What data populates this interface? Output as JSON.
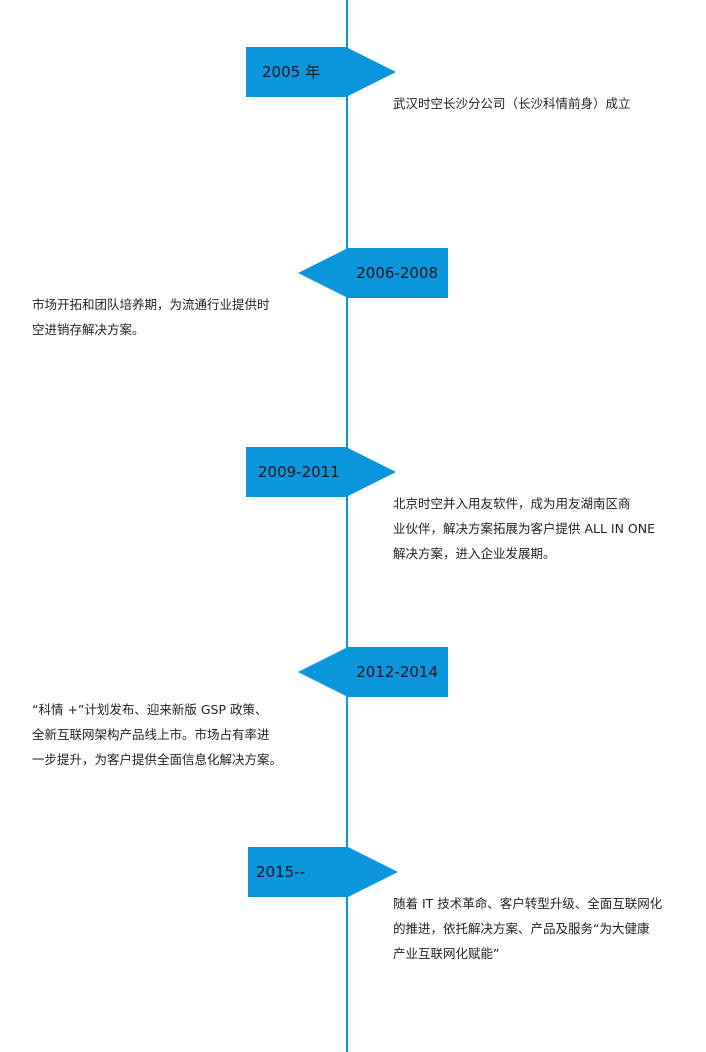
{
  "colors": {
    "accent": "#0b95da"
  },
  "milestones": [
    {
      "year": "2005 年",
      "side": "right",
      "lines": [
        "武汉时空长沙分公司（长沙科情前身）成立"
      ]
    },
    {
      "year": "2006-2008",
      "side": "left",
      "lines": [
        "市场开拓和团队培养期，为流通行业提供时",
        "空进销存解决方案。"
      ]
    },
    {
      "year": "2009-2011",
      "side": "right",
      "lines": [
        "北京时空并入用友软件，成为用友湖南区商",
        "业伙伴，解决方案拓展为客户提供 ALL IN ONE",
        "解决方案，进入企业发展期。"
      ]
    },
    {
      "year": "2012-2014",
      "side": "left",
      "lines": [
        "“科情 +”计划发布、迎来新版 GSP 政策、",
        "全新互联网架构产品线上市。市场占有率进",
        "一步提升，为客户提供全面信息化解决方案。"
      ]
    },
    {
      "year": "2015--",
      "side": "right",
      "lines": [
        "随着 IT 技术革命、客户转型升级、全面互联网化",
        "的推进，依托解决方案、产品及服务“为大健康",
        "产业互联网化赋能”"
      ]
    }
  ]
}
